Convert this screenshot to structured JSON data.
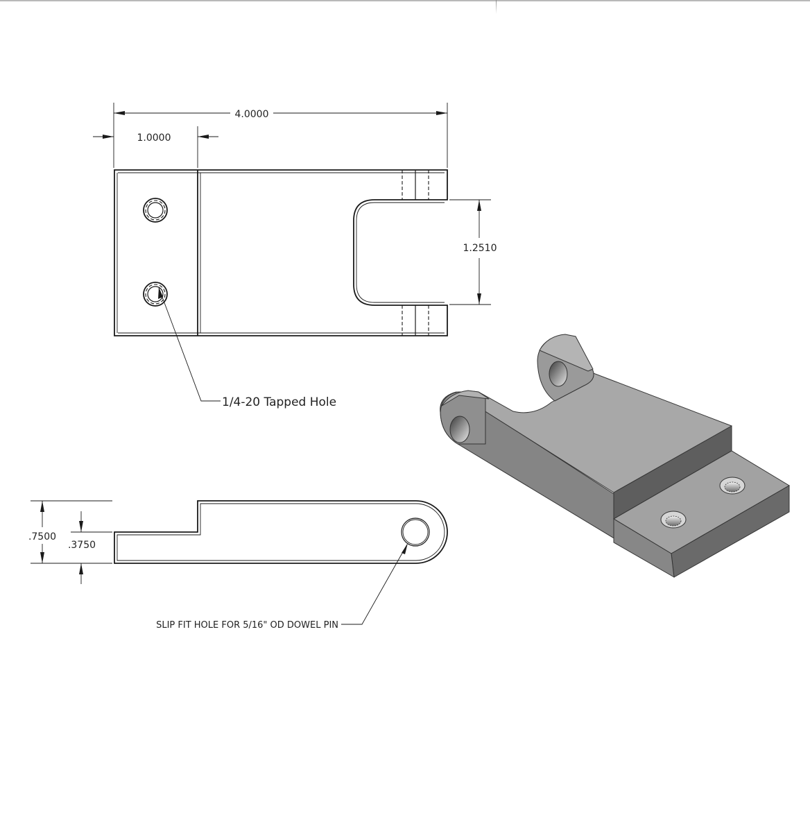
{
  "drawing": {
    "units": "inch",
    "views": {
      "top_view": {
        "dimensions": {
          "overall_length": "4.0000",
          "flange_length": "1.0000",
          "slot_width": "1.2510"
        },
        "callout": "1/4-20 Tapped Hole"
      },
      "side_view": {
        "dimensions": {
          "overall_height": ".7500",
          "step_height": ".3750"
        },
        "callout": "SLIP FIT HOLE FOR 5/16\" OD DOWEL PIN"
      },
      "isometric_view": {
        "label": "",
        "shade_top": "#a9a9a9",
        "shade_side": "#8a8a8a",
        "shade_dark": "#5f5f5f",
        "shade_front": "#7a7a7a"
      }
    },
    "colors": {
      "line": "#1a1a1a",
      "background": "#ffffff",
      "frame_rule": "#b9b9b9"
    }
  }
}
